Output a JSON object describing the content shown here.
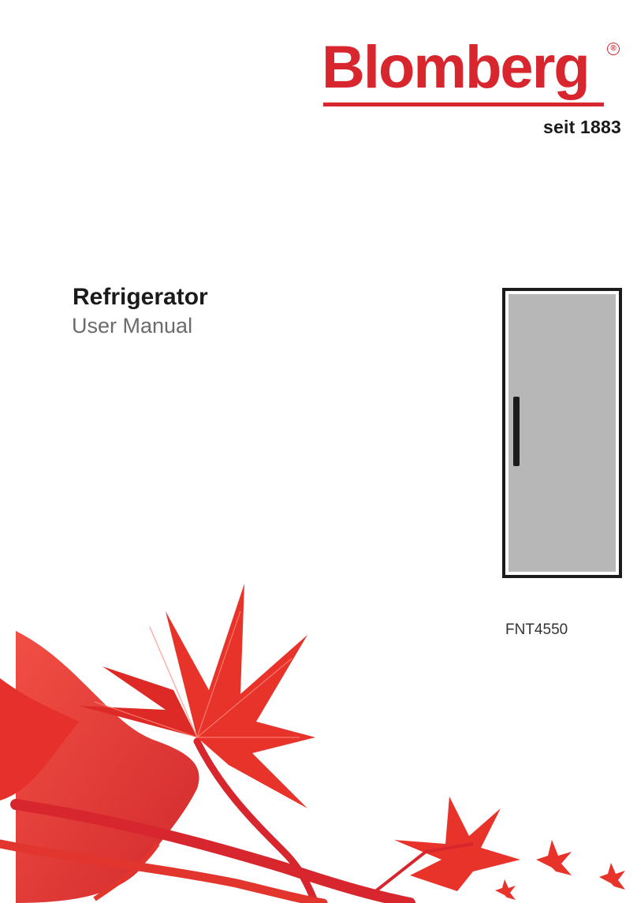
{
  "brand": {
    "name": "Blomberg",
    "registered_mark": "®",
    "tagline": "seit 1883",
    "color": "#d7262d"
  },
  "document": {
    "title": "Refrigerator",
    "subtitle": "User Manual",
    "model": "FNT4550"
  },
  "illustration": {
    "product": "refrigerator-icon",
    "decoration": "red-leaves-branch",
    "leaf_color": "#e8322b"
  }
}
